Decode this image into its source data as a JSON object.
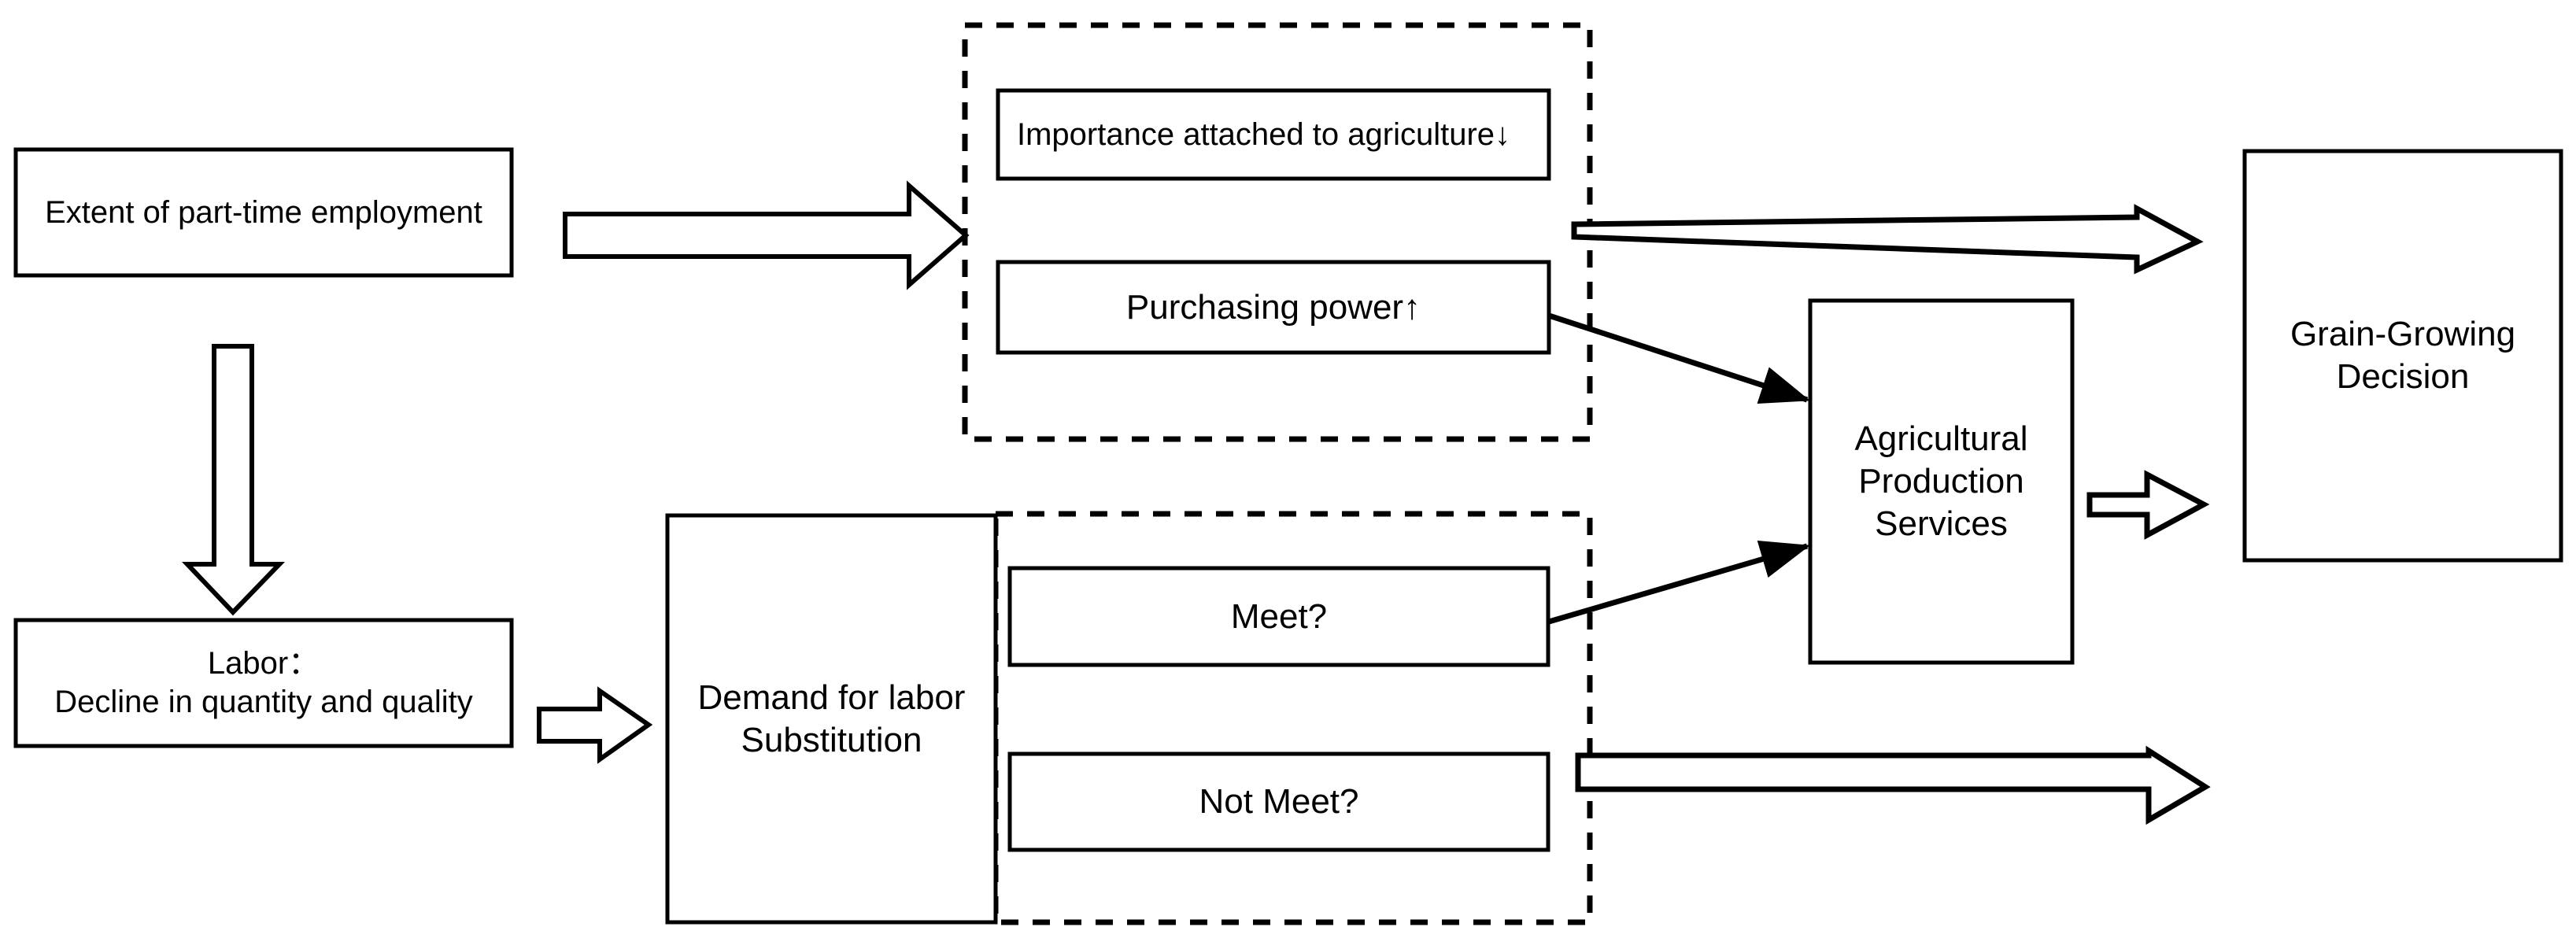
{
  "diagram": {
    "type": "flow-diagram",
    "background_color": "#ffffff",
    "stroke_color": "#000000",
    "nodes": {
      "extent": {
        "label": "Extent of part-time employment"
      },
      "labor": {
        "label": "Labor：\nDecline in quantity and quality"
      },
      "importance": {
        "label": "Importance attached to agriculture↓"
      },
      "purchasing": {
        "label": "Purchasing power↑"
      },
      "demand": {
        "label": "Demand for labor\nSubstitution"
      },
      "meet": {
        "label": "Meet?"
      },
      "not_meet": {
        "label": "Not Meet?"
      },
      "services": {
        "label": "Agricultural\nProduction\nServices"
      },
      "decision": {
        "label": "Grain-Growing\nDecision"
      }
    },
    "groups": {
      "top_dashed": {
        "name": "top-dashed-group"
      },
      "bottom_dashed": {
        "name": "bottom-dashed-group"
      }
    },
    "connectors": [
      {
        "name": "extent-to-top-group",
        "style": "block-arrow",
        "direction": "right"
      },
      {
        "name": "extent-to-labor",
        "style": "block-arrow",
        "direction": "down"
      },
      {
        "name": "labor-to-demand",
        "style": "block-arrow",
        "direction": "right"
      },
      {
        "name": "top-group-to-decision",
        "style": "block-arrow",
        "direction": "right"
      },
      {
        "name": "purchasing-to-services",
        "style": "line-arrow",
        "direction": "right-down"
      },
      {
        "name": "meet-to-services",
        "style": "line-arrow",
        "direction": "right-up"
      },
      {
        "name": "bottom-group-to-decision",
        "style": "block-arrow",
        "direction": "right"
      },
      {
        "name": "services-to-decision",
        "style": "block-arrow",
        "direction": "right"
      }
    ]
  }
}
